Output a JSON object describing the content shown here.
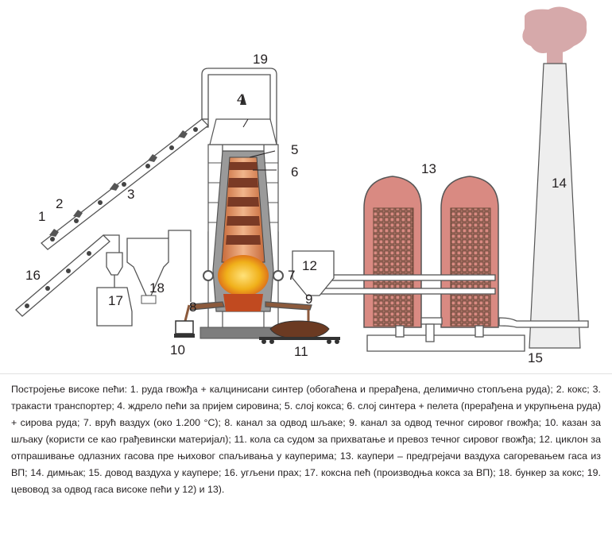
{
  "diagram": {
    "labels": {
      "1": "1",
      "2": "2",
      "3": "3",
      "4": "4",
      "5": "5",
      "6": "6",
      "7": "7",
      "8": "8",
      "9": "9",
      "10": "10",
      "11": "11",
      "12": "12",
      "13": "13",
      "14": "14",
      "15": "15",
      "16": "16",
      "17": "17",
      "18": "18",
      "19": "19"
    },
    "colors": {
      "stove_fill": "#d98a82",
      "checker": "#6b4a3a",
      "chimney_smoke": "#d6a9aa",
      "coke_layer": "#7a3a25",
      "sinter_layer": "#d99a74",
      "hot_zone": "#f0b01a",
      "pipe": "#ffffff",
      "outline": "#444444",
      "steel": "#8c8c8c"
    }
  },
  "caption": {
    "text": "Постројење високе пећи: 1. руда гвожђа + калцинисани синтер (обогаћена и прерађена, делимично стопљена руда); 2. кокс; 3. тракасти транспортер; 4. ждрело пећи за пријем сировина; 5. слој кокса; 6. слој синтера + пелета (прерађена и укрупњена руда) + сирова руда; 7. врућ ваздух (око 1.200 °C); 8. канал за одвод шљаке; 9. канал за одвод течног сировог гвожђа; 10. казан за шљаку (користи се као грађевински материјал); 11. кола са судом за прихватање и превоз течног сировог гвожђа; 12. циклон за отпрашивање одлазних гасова пре њиховог спаљивања у кауперима; 13. каупери – предгрејачи ваздуха сагоревањем гаса из ВП; 14. димњак; 15. довод ваздуха у каупере; 16. угљени прах; 17. коксна пећ (производња кокса за ВП); 18. бункер за кокс; 19. цевовод за одвод гаса високе пећи у 12) и 13)."
  }
}
